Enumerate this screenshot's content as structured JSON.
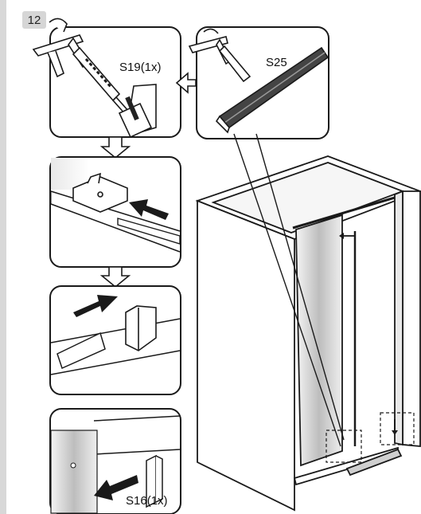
{
  "step": {
    "number": "12"
  },
  "panels": {
    "sealant_block": {
      "part_label": "S19(1x)"
    },
    "sealant_strip": {
      "part_label": "S25"
    },
    "bottom_clip": {
      "part_label": "S16(1x)"
    }
  },
  "colors": {
    "ink": "#1a1a1a",
    "panel_border": "#1a1a1a",
    "badge_bg": "#d6d6d6",
    "glass": "#d9d9d9"
  }
}
